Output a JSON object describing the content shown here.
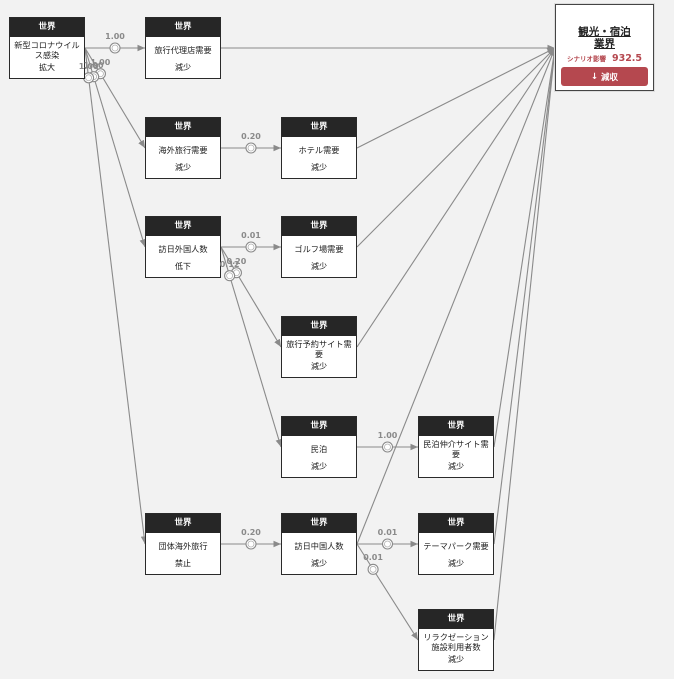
{
  "target": {
    "title_line1": "観光・宿泊",
    "title_line2": "業界",
    "impact_label": "シナリオ影響",
    "impact_value": "932.5",
    "status_arrow": "↓",
    "status_text": "減収"
  },
  "nodes": [
    {
      "id": "n_covid",
      "scope": "世界",
      "label": "新型コロナウイルス感染",
      "status": "拡大"
    },
    {
      "id": "n_agency",
      "scope": "世界",
      "label": "旅行代理店需要",
      "status": "減少"
    },
    {
      "id": "n_overseas",
      "scope": "世界",
      "label": "海外旅行需要",
      "status": "減少"
    },
    {
      "id": "n_hotel",
      "scope": "世界",
      "label": "ホテル需要",
      "status": "減少"
    },
    {
      "id": "n_visitors",
      "scope": "世界",
      "label": "訪日外国人数",
      "status": "低下"
    },
    {
      "id": "n_golf",
      "scope": "世界",
      "label": "ゴルフ場需要",
      "status": "減少"
    },
    {
      "id": "n_booking",
      "scope": "世界",
      "label": "旅行予約サイト需要",
      "status": "減少"
    },
    {
      "id": "n_minpaku",
      "scope": "世界",
      "label": "民泊",
      "status": "減少"
    },
    {
      "id": "n_minpaku_site",
      "scope": "世界",
      "label": "民泊仲介サイト需要",
      "status": "減少"
    },
    {
      "id": "n_group",
      "scope": "世界",
      "label": "団体海外旅行",
      "status": "禁止"
    },
    {
      "id": "n_china",
      "scope": "世界",
      "label": "訪日中国人数",
      "status": "減少"
    },
    {
      "id": "n_theme",
      "scope": "世界",
      "label": "テーマパーク需要",
      "status": "減少"
    },
    {
      "id": "n_recreation",
      "scope": "世界",
      "label": "リラクゼーション施設利用者数",
      "status": "減少"
    }
  ],
  "edges": [
    {
      "from": "n_covid",
      "to": "n_agency",
      "weight": "1.00"
    },
    {
      "from": "n_covid",
      "to": "n_overseas",
      "weight": "1.00"
    },
    {
      "from": "n_covid",
      "to": "n_visitors",
      "weight": "1.00"
    },
    {
      "from": "n_covid",
      "to": "n_group",
      "weight": "1.00"
    },
    {
      "from": "n_overseas",
      "to": "n_hotel",
      "weight": "0.20"
    },
    {
      "from": "n_visitors",
      "to": "n_golf",
      "weight": "0.01"
    },
    {
      "from": "n_visitors",
      "to": "n_booking",
      "weight": "0.20"
    },
    {
      "from": "n_visitors",
      "to": "n_minpaku",
      "weight": "0.12"
    },
    {
      "from": "n_minpaku",
      "to": "n_minpaku_site",
      "weight": "1.00"
    },
    {
      "from": "n_group",
      "to": "n_china",
      "weight": "0.20"
    },
    {
      "from": "n_china",
      "to": "n_theme",
      "weight": "0.01"
    },
    {
      "from": "n_china",
      "to": "n_recreation",
      "weight": "0.01"
    }
  ],
  "target_links": [
    "n_agency",
    "n_hotel",
    "n_golf",
    "n_booking",
    "n_minpaku_site",
    "n_theme",
    "n_recreation",
    "n_china"
  ]
}
